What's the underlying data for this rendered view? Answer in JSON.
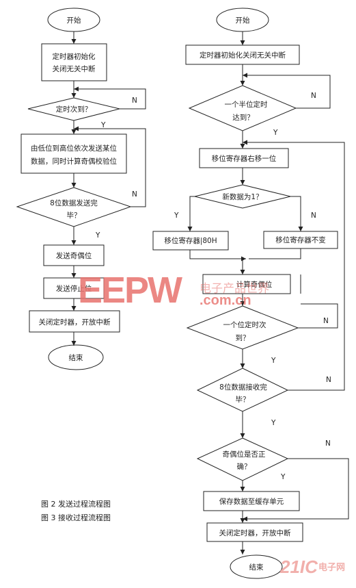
{
  "left_flow": {
    "start": "开始",
    "init": [
      "定时器初始化",
      "关闭无关中断"
    ],
    "cond_timer": "定时次到？",
    "send_bit": [
      "由低位到高位依次发送某位",
      "数据，同时计算奇偶校验位"
    ],
    "cond_done": [
      "8位数据发送完",
      "毕？"
    ],
    "send_parity": "发送奇偶位",
    "send_stop": "发送停止位",
    "close": "关闭定时器，开放中断",
    "end": "结束"
  },
  "right_flow": {
    "start": "开始",
    "init": "定时器初始化关闭无关中断",
    "cond_half": [
      "一个半位定时",
      "达到？"
    ],
    "shift": "移位寄存器右移一位",
    "cond_new": "新数据为1？",
    "reg_set": "移位寄存器|80H",
    "reg_keep": "移位寄存器不变",
    "calc_parity": "计算奇偶位",
    "cond_bit": [
      "一个位定时次",
      "到？"
    ],
    "cond_recv": [
      "8位数据接收完",
      "毕？"
    ],
    "cond_parity": [
      "奇偶位是否正",
      "确？"
    ],
    "save": "保存数据至缓存单元",
    "close": "关闭定时器，开放中断",
    "end": "结束"
  },
  "labels": {
    "yes": "Y",
    "no": "N"
  },
  "captions": [
    "图 2  发送过程流程图",
    "图 3  接收过程流程图"
  ],
  "watermarks": {
    "eepw": "EEPW",
    "eepw_cn": "电子产品世界",
    "eepw_com": ".com.cn",
    "elecfans_21": "21IC",
    "elecfans_cn": "电子网"
  },
  "colors": {
    "line": "#222222",
    "eepw": "#e8736e",
    "elecfans": "#f0a7a3"
  }
}
